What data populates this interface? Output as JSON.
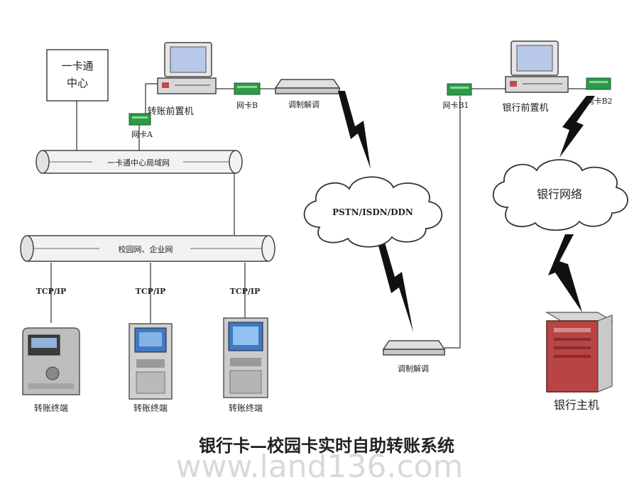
{
  "labels": {
    "center": "一卡通\n中心",
    "transfer_server": "转账前置机",
    "gateway_a": "网卡A",
    "gateway_b": "网卡B",
    "modem_top": "调制解调",
    "gateway_b1": "网卡B1",
    "bank_server": "银行前置机",
    "gateway_b2": "网卡B2",
    "lan_center": "一卡通中心局域网",
    "lan_campus": "校园网、企业网",
    "tcpip_1": "TCP/IP",
    "tcpip_2": "TCP/IP",
    "tcpip_3": "TCP/IP",
    "pstn_cloud": "PSTN/ISDN/DDN",
    "bank_network": "银行网络",
    "terminal_1": "转账终端",
    "terminal_2": "转账终端",
    "terminal_3": "转账终端",
    "modem_bottom": "调制解调",
    "bank_host": "银行主机"
  },
  "title": "银行卡—校园卡实时自助转账系统",
  "watermark": "www.land136.com",
  "colors": {
    "line": "#555555",
    "pipe_fill": "#f2f2f2",
    "monitor_screen": "#b8c8e8",
    "kiosk_screen": "#3f79c4",
    "card_green": "#2d9a46",
    "host_red": "#c44a4a",
    "watermark": "#d9d9d9"
  }
}
